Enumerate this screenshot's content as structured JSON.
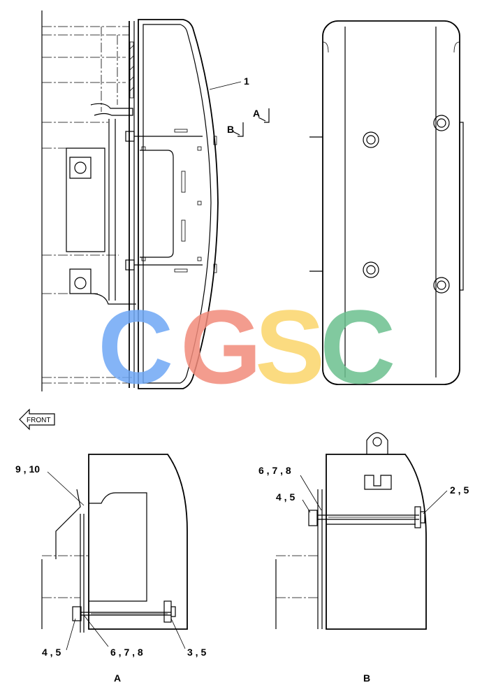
{
  "callouts": {
    "part_1": "1",
    "section_a_marker": "A",
    "section_b_marker": "B",
    "a_9_10": "9 , 10",
    "a_4_5": "4 , 5",
    "a_6_7_8": "6 , 7 , 8",
    "a_3_5": "3 , 5",
    "b_6_7_8": "6 , 7 , 8",
    "b_4_5": "4 , 5",
    "b_2_5": "2 , 5"
  },
  "front_arrow": {
    "label": "FRONT"
  },
  "view_labels": {
    "a": "A",
    "b": "B"
  },
  "watermark": {
    "letters": [
      "C",
      "G",
      "S",
      "C"
    ],
    "colors": [
      "#6fa8f5",
      "#f28b7b",
      "#fbd56b",
      "#6cc08f"
    ]
  }
}
